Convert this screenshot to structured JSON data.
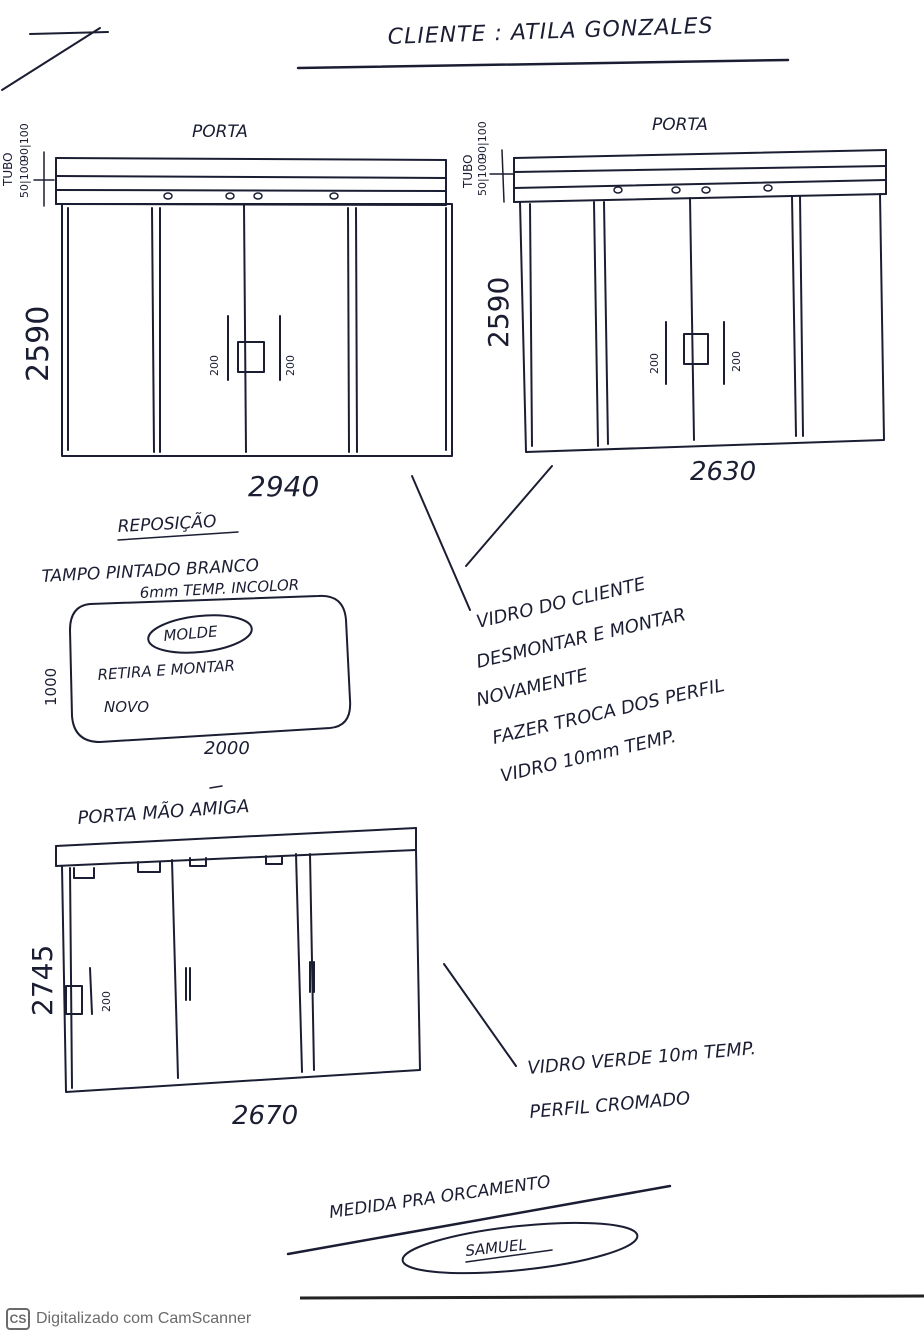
{
  "header": {
    "client_line": "CLIENTE : ATILA GONZALES"
  },
  "door1": {
    "title": "PORTA",
    "top_dims": [
      "TUBO",
      "50|100",
      "90|100"
    ],
    "height": "2590",
    "width": "2940",
    "handle_left": "200",
    "handle_right": "200"
  },
  "door2": {
    "title": "PORTA",
    "top_dims": [
      "TUBO",
      "50|100",
      "90|100"
    ],
    "height": "2590",
    "width": "2630",
    "handle_left": "200",
    "handle_right": "200"
  },
  "reposicao": {
    "title": "REPOSIÇÃO",
    "line1": "TAMPO PINTADO BRANCO",
    "line2": "6mm TEMP. INCOLOR",
    "badge": "MOLDE",
    "note_line1": "RETIRA E MONTAR",
    "note_line2": "NOVO",
    "height": "1000",
    "width": "2000"
  },
  "note_vidro_cliente": [
    "VIDRO DO CLIENTE",
    "DESMONTAR E MONTAR",
    "NOVAMENTE",
    "FAZER TROCA DOS PERFIL",
    "VIDRO 10mm TEMP."
  ],
  "door3": {
    "title": "PORTA MÃO AMIGA",
    "height": "2745",
    "width": "2670",
    "handle": "200"
  },
  "note_vidro_verde": [
    "VIDRO VERDE 10m TEMP.",
    "PERFIL CROMADO"
  ],
  "signature": {
    "caption": "MEDIDA PRA ORCAMENTO",
    "name": "SAMUEL"
  },
  "footer": {
    "logo": "CS",
    "text": "Digitalizado com CamScanner"
  }
}
